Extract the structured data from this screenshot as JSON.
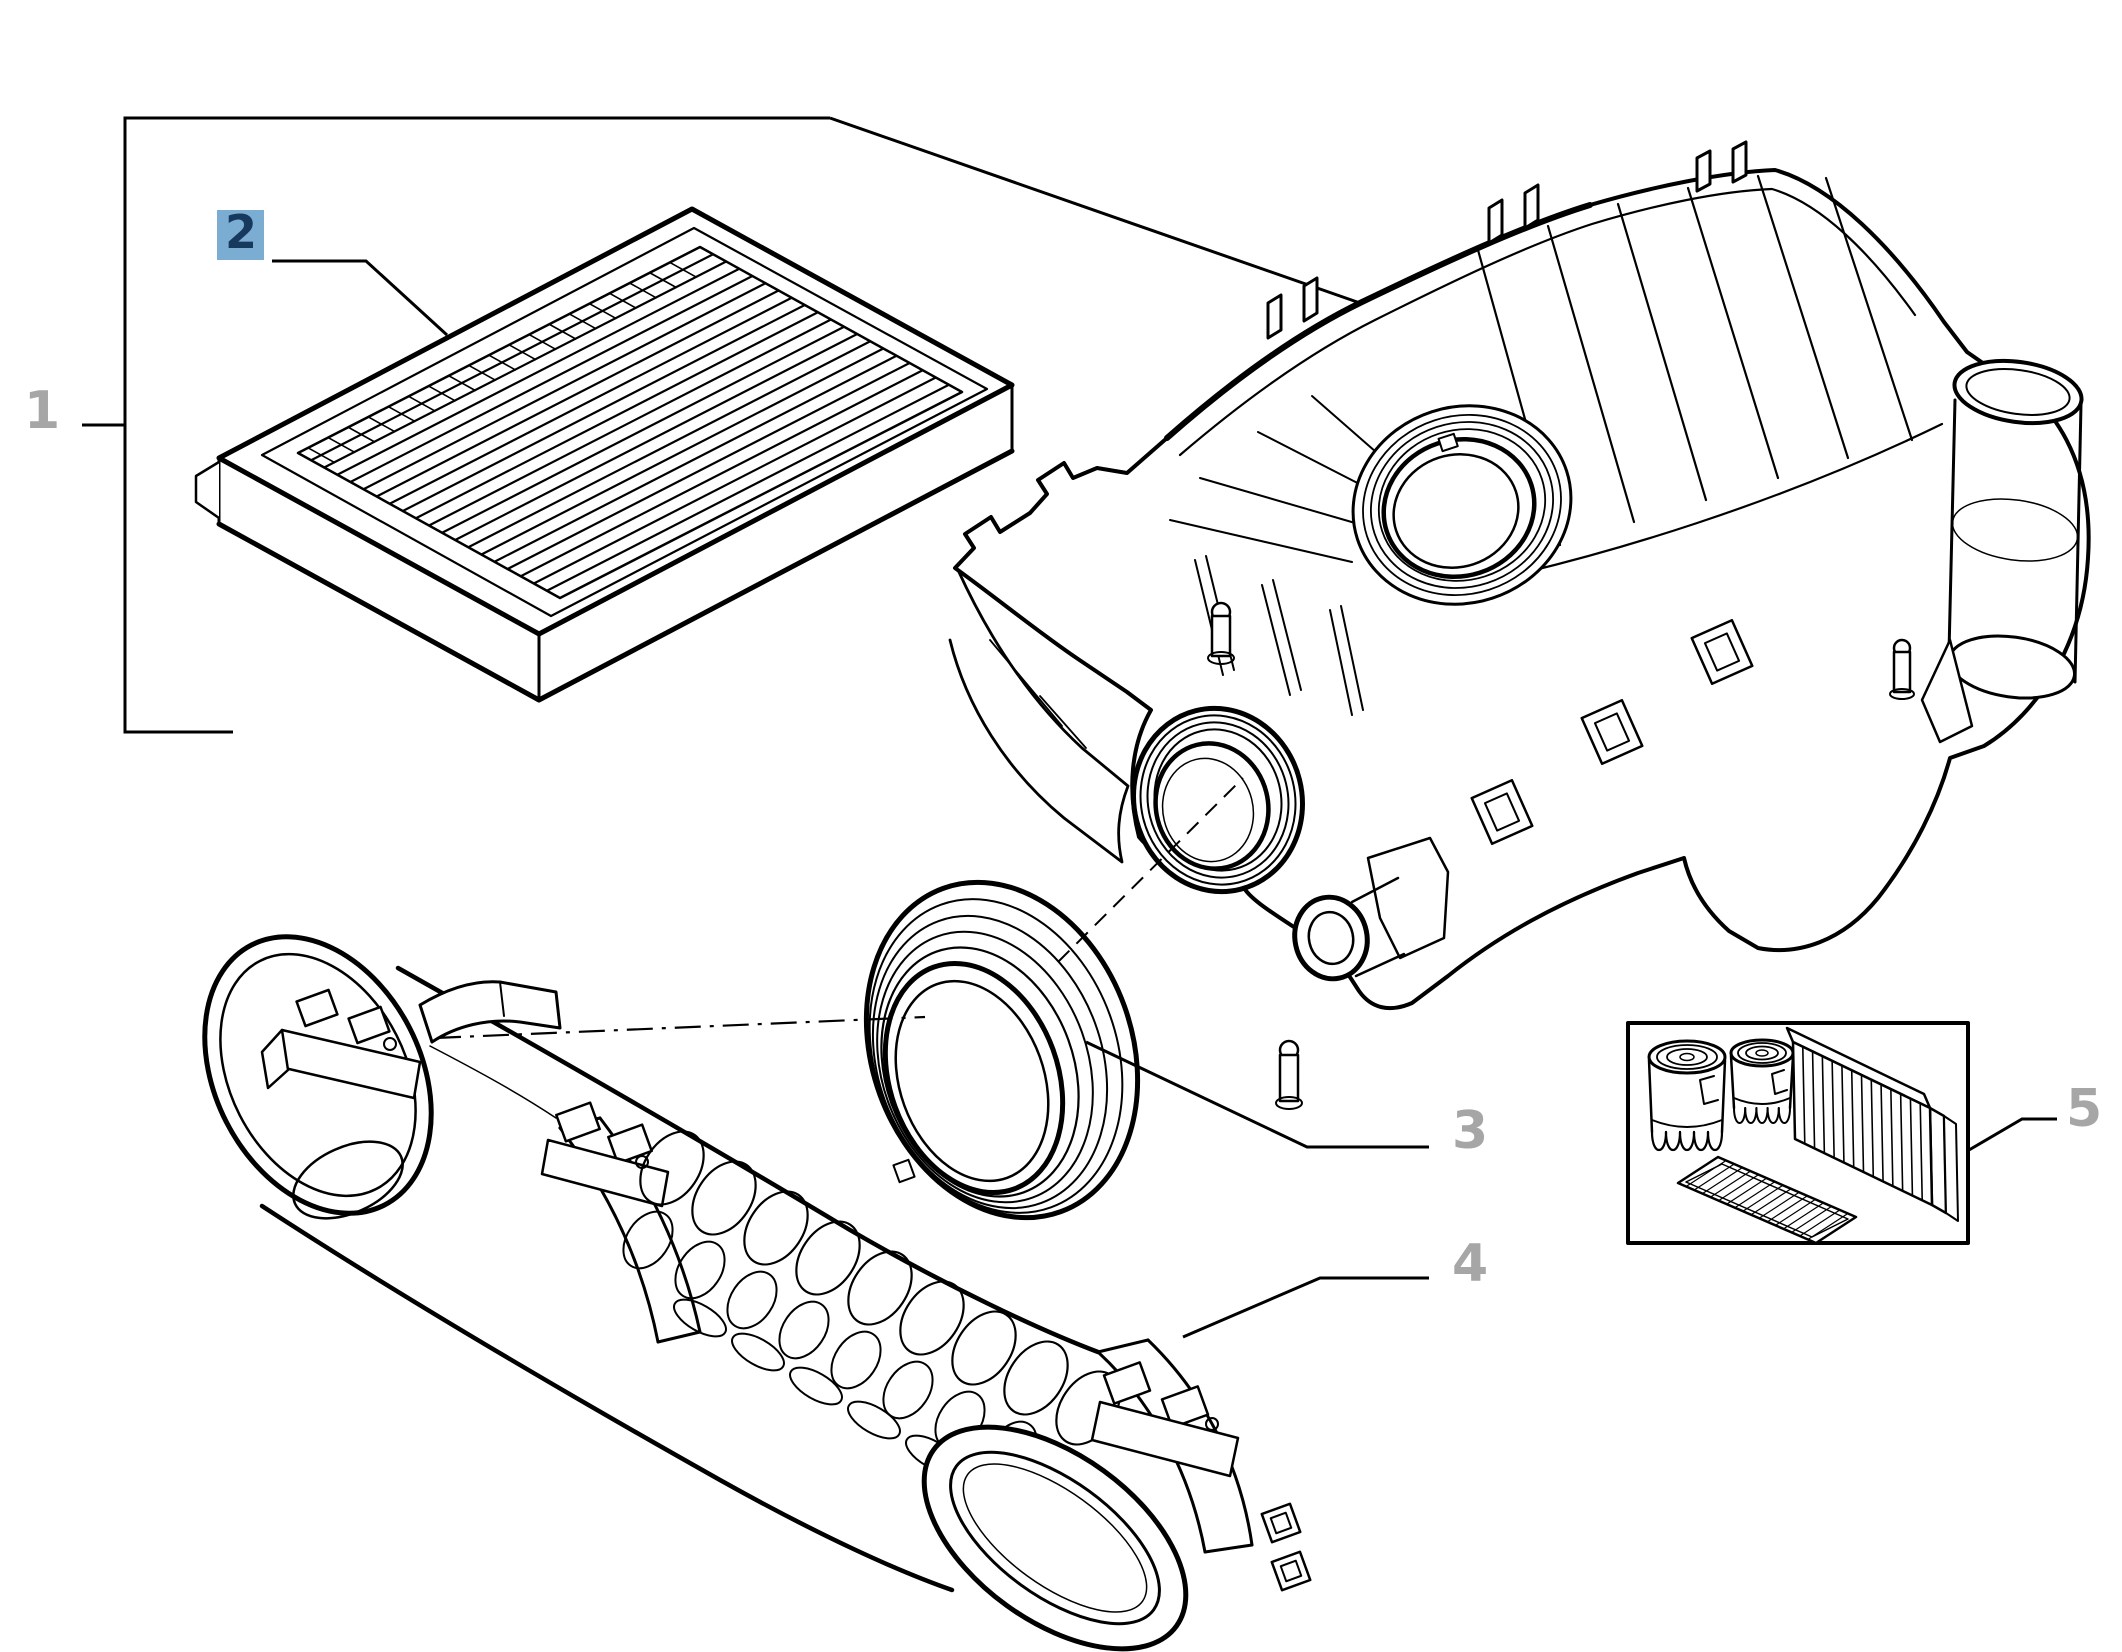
{
  "figure": {
    "kind": "exploded-parts-diagram",
    "subject": "air-cleaner-and-intake-assembly",
    "background": "#ffffff"
  },
  "callouts": {
    "c1": {
      "text": "1",
      "style": "plain"
    },
    "c2": {
      "text": "2",
      "style": "highlighted"
    },
    "c3": {
      "text": "3",
      "style": "plain"
    },
    "c4": {
      "text": "4",
      "style": "plain"
    },
    "c5": {
      "text": "5",
      "style": "plain"
    }
  },
  "colors": {
    "line": "#000000",
    "label_gray": "#a6a6a6",
    "highlight_bg": "#7badd2",
    "highlight_text": "#17395e",
    "background": "#ffffff"
  }
}
